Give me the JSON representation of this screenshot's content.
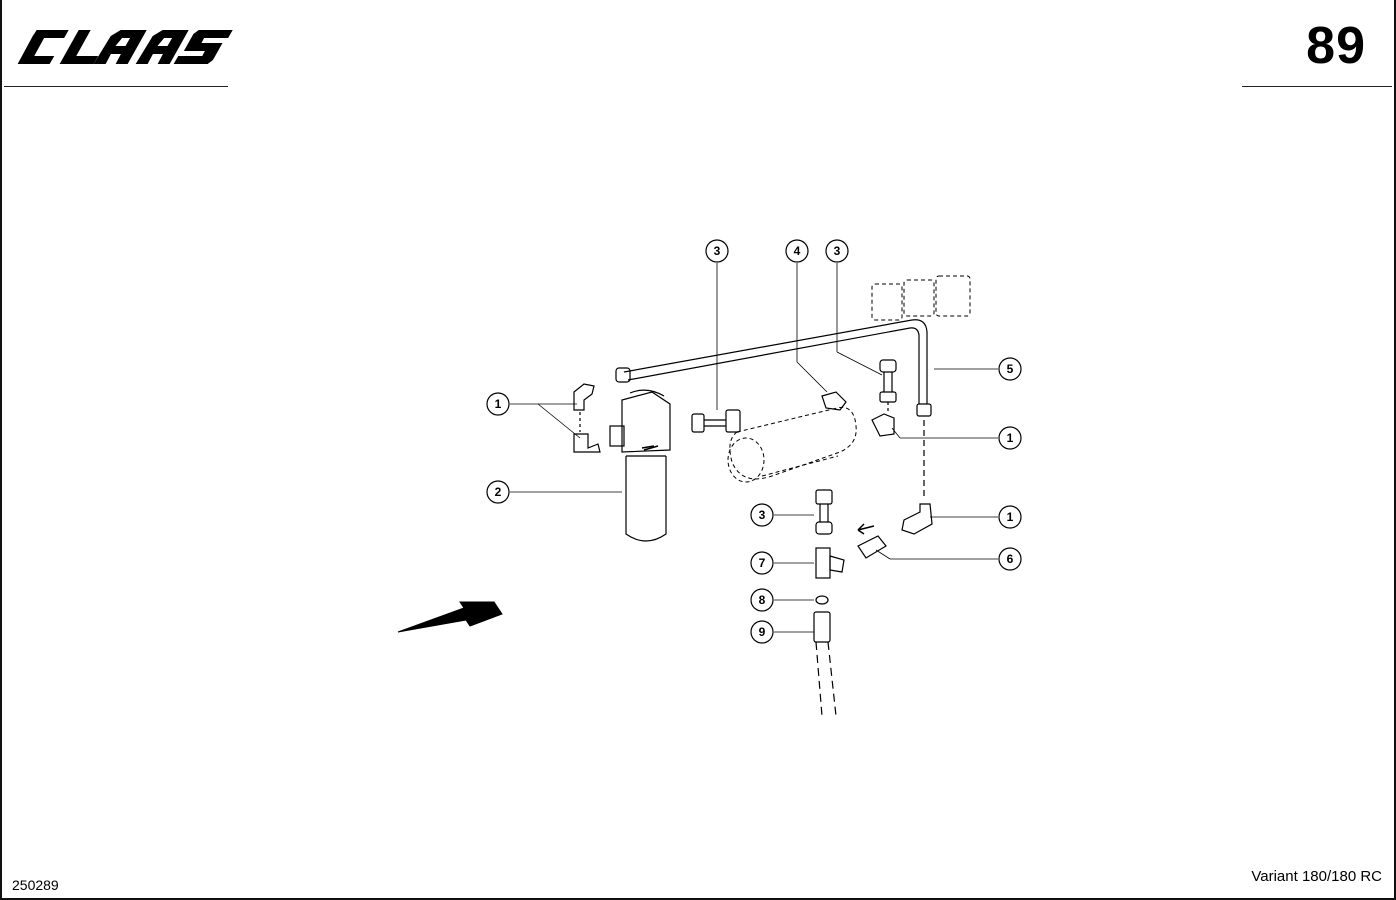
{
  "header": {
    "logo_text": "CLAAS",
    "page_number": "89"
  },
  "footer": {
    "doc_id": "250289",
    "model": "Variant 180/180 RC"
  },
  "diagram": {
    "callouts": [
      "1",
      "2",
      "3",
      "4",
      "3",
      "5",
      "1",
      "3",
      "1",
      "6",
      "7",
      "8",
      "9"
    ]
  }
}
